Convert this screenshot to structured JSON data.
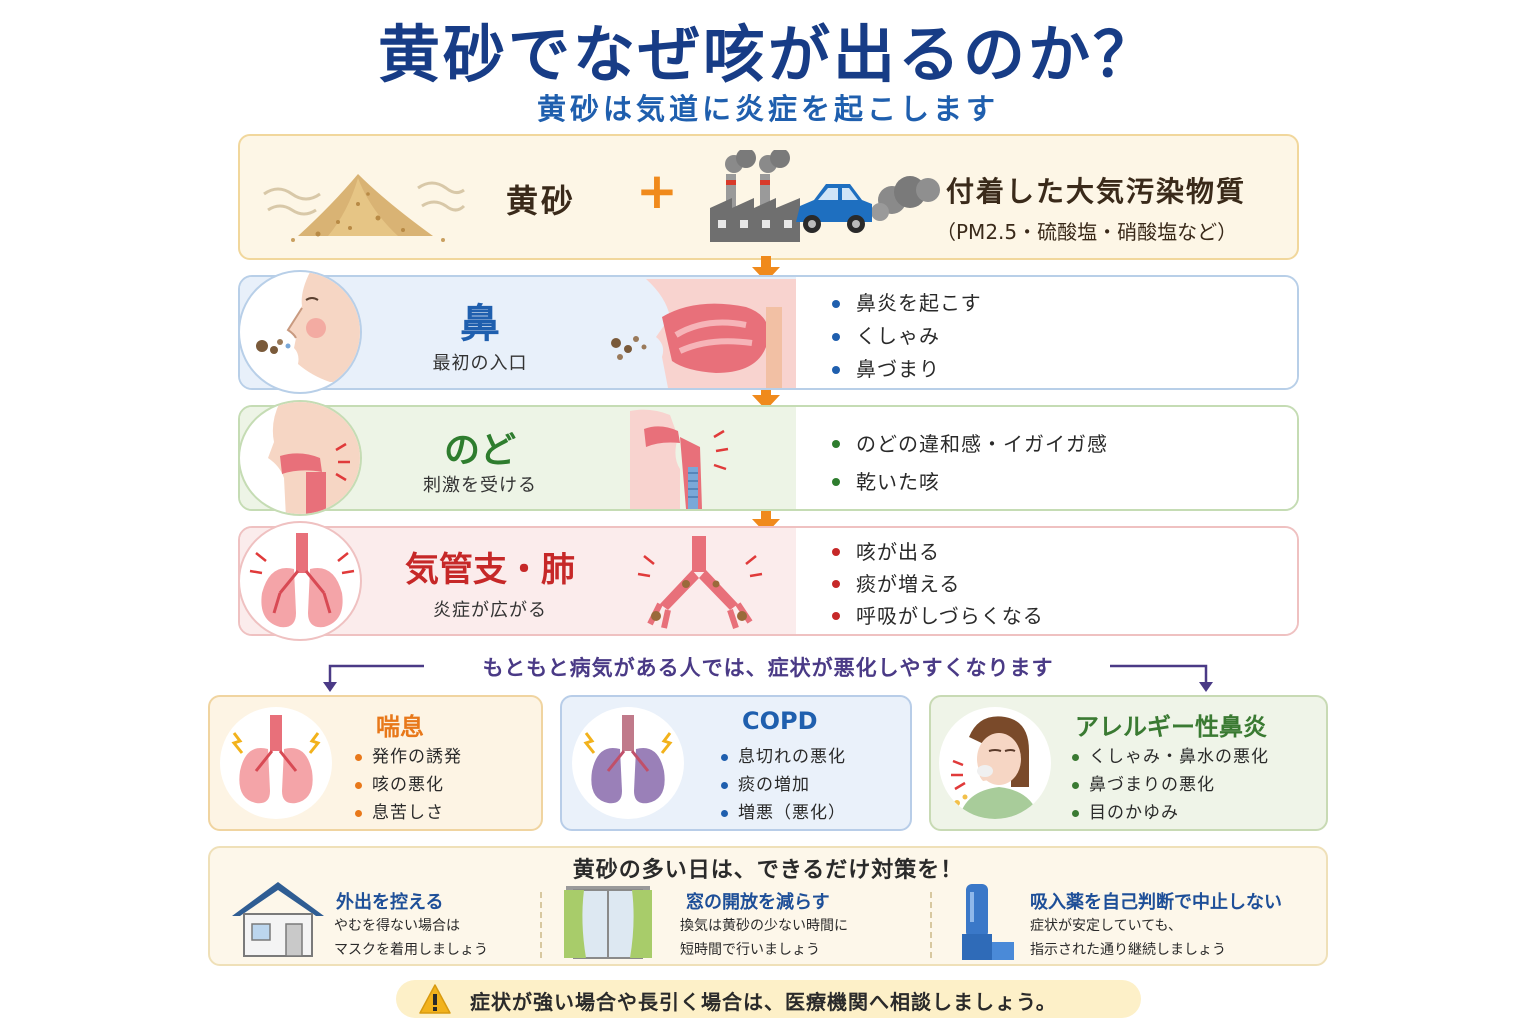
{
  "header": {
    "title": "黄砂でなぜ咳が出るのか？",
    "subtitle": "黄砂は気道に炎症を起こします"
  },
  "cause": {
    "sand_label": "黄砂",
    "plus": "+",
    "pollutant_label": "付着した大気汚染物質",
    "pollutant_note": "（PM2.5・硫酸塩・硝酸塩など）"
  },
  "stages": {
    "nose": {
      "name": "鼻",
      "sub": "最初の入口",
      "bullets": [
        "鼻炎を起こす",
        "くしゃみ",
        "鼻づまり"
      ]
    },
    "throat": {
      "name": "のど",
      "sub": "刺激を受ける",
      "bullets": [
        "のどの違和感・イガイガ感",
        "乾いた咳"
      ]
    },
    "lung": {
      "name": "気管支・肺",
      "sub": "炎症が広がる",
      "bullets": [
        "咳が出る",
        "痰が増える",
        "呼吸がしづらくなる"
      ]
    }
  },
  "conditions": {
    "banner": "もともと病気がある人では、症状が悪化しやすくなります",
    "asthma": {
      "title": "喘息",
      "bullets": [
        "発作の誘発",
        "咳の悪化",
        "息苦しさ"
      ]
    },
    "copd": {
      "title": "COPD",
      "bullets": [
        "息切れの悪化",
        "痰の増加",
        "増悪（悪化）"
      ]
    },
    "allergy": {
      "title": "アレルギー性鼻炎",
      "bullets": [
        "くしゃみ・鼻水の悪化",
        "鼻づまりの悪化",
        "目のかゆみ"
      ]
    }
  },
  "tips": {
    "title": "黄砂の多い日は、できるだけ対策を！",
    "items": [
      {
        "title": "外出を控える",
        "line1": "やむを得ない場合は",
        "line2": "マスクを着用しましょう"
      },
      {
        "title": "窓の開放を減らす",
        "line1": "換気は黄砂の少ない時間に",
        "line2": "短時間で行いましょう"
      },
      {
        "title": "吸入薬を自己判断で中止しない",
        "line1": "症状が安定していても、",
        "line2": "指示された通り継続しましょう"
      }
    ]
  },
  "warning": {
    "text": "症状が強い場合や長引く場合は、医療機関へ相談しましょう。"
  },
  "colors": {
    "title": "#173c86",
    "nose": "#1f5fae",
    "throat": "#2e7d2e",
    "lung": "#c62828",
    "arrow": "#f08a1c",
    "asthma": "#e8781a",
    "copd": "#1f5fae",
    "allergy": "#3a7a32"
  }
}
